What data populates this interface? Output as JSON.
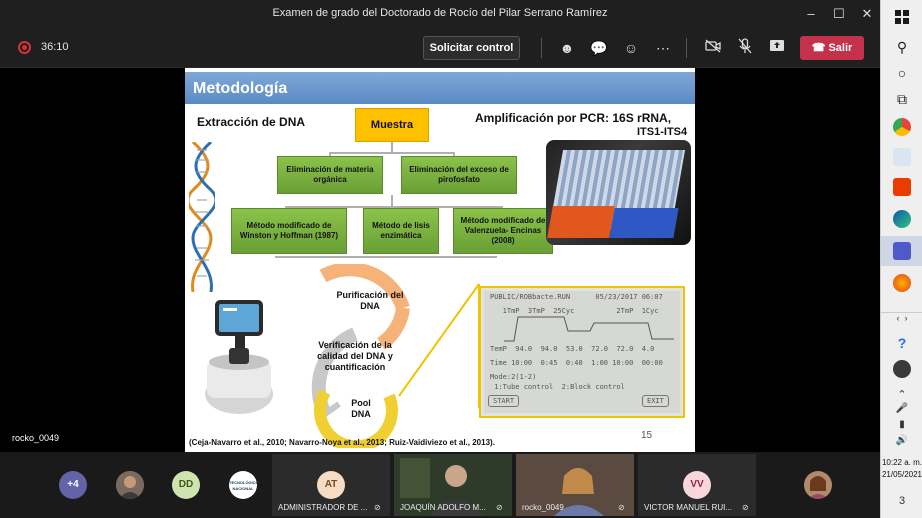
{
  "window": {
    "title": "Examen de grado del Doctorado de Rocío del Pilar Serrano Ramírez"
  },
  "toolbar": {
    "timer": "36:10",
    "request_control": "Solicitar control",
    "leave": "Salir"
  },
  "presenter": {
    "name": "rocko_0049"
  },
  "slide": {
    "title": "Metodología",
    "left_heading": "Extracción de DNA",
    "sample_box": "Muestra",
    "right_heading_line1": "Amplificación por PCR: 16S rRNA,",
    "right_heading_line2": "ITS1-ITS4",
    "step1_left": "Eliminación de materia orgánica",
    "step1_right": "Eliminación del exceso de pirofosfato",
    "method1": "Método modificado de Winston y Hoffman (1987)",
    "method2": "Método de lisis enzimática",
    "method3": "Método modificado de Valenzuela- Encinas (2008)",
    "cycle_purification": "Purificación del DNA",
    "cycle_verification": "Verificación de la calidad del DNA y cuantificación",
    "cycle_pool": "Pool DNA",
    "lcd_lines": [
      "PUBLIC/ROBbacte.RUN      05/23/2017 06:07",
      "   1TmP  3TmP  25Cyc          2TmP  1Cyc",
      "",
      "",
      "TemP  94.0  94.0  53.0  72.0  72.0  4.0",
      "Time 10:00  0:45  0:40  1:00 10:00  00:00",
      "Mode:2(1-2)",
      " 1:Tube control  2:Block control"
    ],
    "lcd_start": "START",
    "lcd_exit": "EXIT",
    "references": "(Ceja-Navarro et al., 2010; Navarro-Noya et al., 2013; Ruiz-Vaidiviezo et al., 2013).",
    "page_number": "15"
  },
  "participants": {
    "overflow": "+4",
    "dd_initials": "DD",
    "logo_text": "TECNOLÓGICO NACIONAL",
    "at_initials": "AT",
    "at_name": "ADMINISTRADOR DE ...",
    "video1_name": "JOAQUÍN ADOLFO M...",
    "video2_name": "rocko_0049",
    "vv_initials": "VV",
    "vv_name": "VICTOR MANUEL RUI..."
  },
  "taskbar": {
    "time": "10:22 a. m.",
    "date": "21/05/2021",
    "notifications": "3"
  },
  "colors": {
    "leave": "#c4314b",
    "record": "#d0343a",
    "slide_header": "#5b8ac5",
    "sample_box": "#ffc000",
    "method_box": "#7cb342"
  }
}
